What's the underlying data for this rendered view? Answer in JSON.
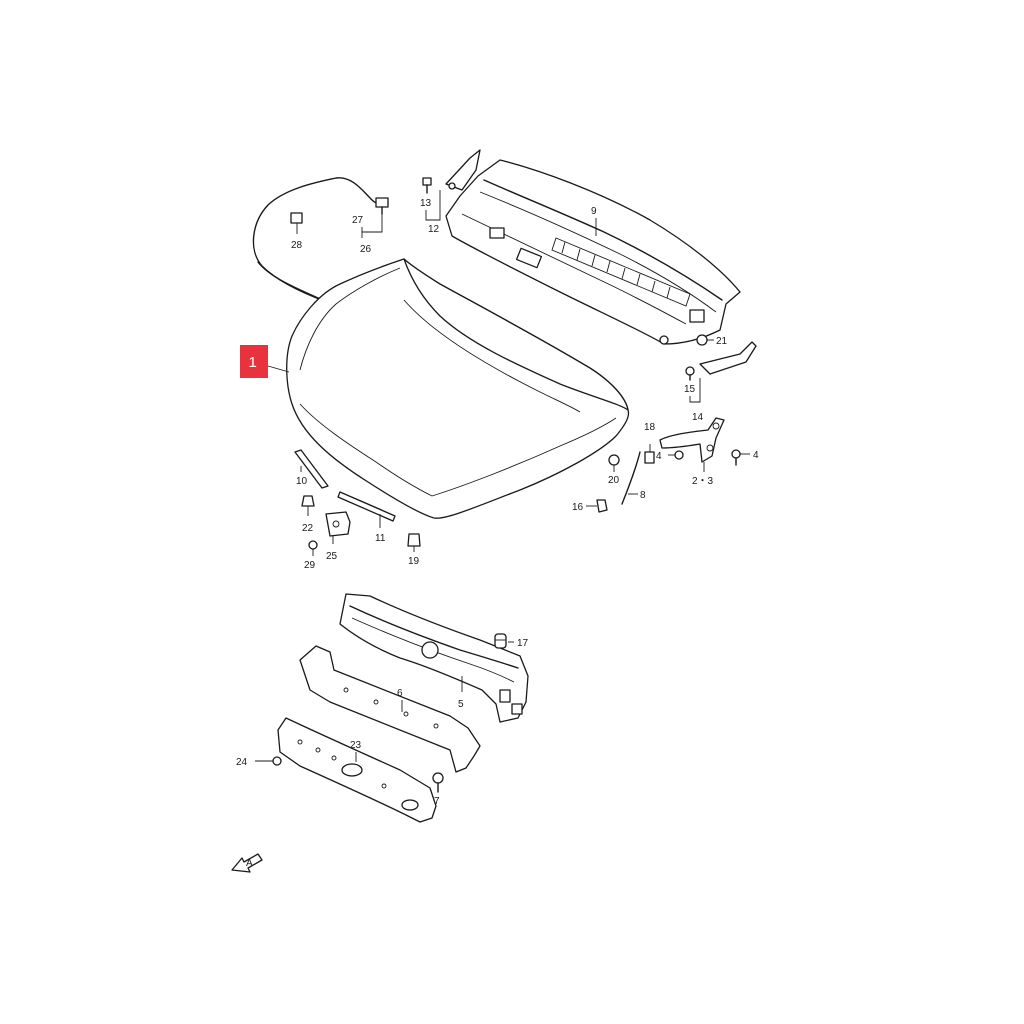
{
  "highlight": {
    "label": "1",
    "color": "#e8333f"
  },
  "callouts": {
    "c2_3": "2・3",
    "c4a": "4",
    "c4b": "4",
    "c5": "5",
    "c6": "6",
    "c7": "7",
    "c8": "8",
    "c9": "9",
    "c10": "10",
    "c11": "11",
    "c12": "12",
    "c13": "13",
    "c14": "14",
    "c15": "15",
    "c16": "16",
    "c17": "17",
    "c18": "18",
    "c19": "19",
    "c20": "20",
    "c21": "21",
    "c22": "22",
    "c23": "23",
    "c24": "24",
    "c25": "25",
    "c26": "26",
    "c27": "27",
    "c28": "28",
    "c29": "29"
  },
  "direction_arrow": {
    "icon": "front-direction-arrow-icon",
    "text": "A"
  },
  "colors": {
    "line": "#1a1a1a",
    "background": "#ffffff",
    "badge": "#e8333f"
  }
}
